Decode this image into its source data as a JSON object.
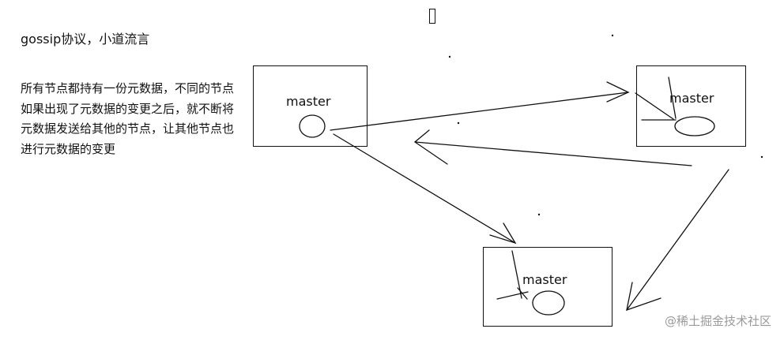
{
  "title": "gossip协议，小道流言",
  "description": "所有节点都持有一份元数据，不同的节点如果出现了元数据的变更之后，就不断将元数据发送给其他的节点，让其他节点也进行元数据的变更",
  "nodes": {
    "left": {
      "label": "master"
    },
    "right": {
      "label": "master"
    },
    "bottom": {
      "label": "master"
    }
  },
  "watermark": "@稀土掘金技术社区",
  "colors": {
    "line": "#111111",
    "background": "#ffffff",
    "watermark": "#9a9a9a"
  }
}
